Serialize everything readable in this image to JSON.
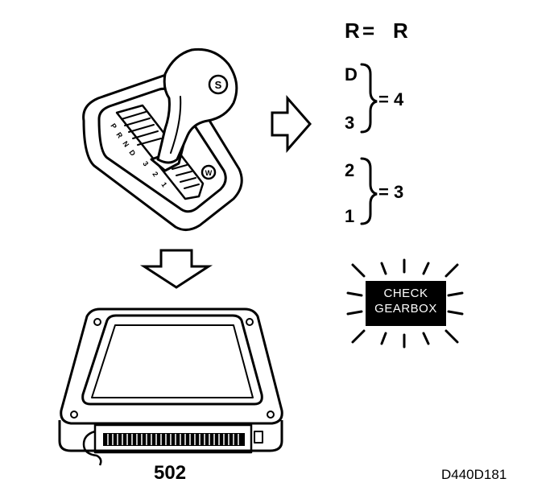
{
  "selector": {
    "knob_letter": "S",
    "button_letter": "W",
    "gate_letters": [
      "P",
      "R",
      "N",
      "D",
      "3",
      "2",
      "1"
    ]
  },
  "mapping": {
    "reverse_left": "R",
    "equals": "=",
    "reverse_right": "R",
    "group1": {
      "top": "D",
      "bottom": "3",
      "result": "= 4"
    },
    "group2": {
      "top": "2",
      "bottom": "1",
      "result": "= 3"
    }
  },
  "warning_light": {
    "line1": "CHECK",
    "line2": "GEARBOX"
  },
  "control_module": {
    "label": "502"
  },
  "figure_code": "D440D181"
}
